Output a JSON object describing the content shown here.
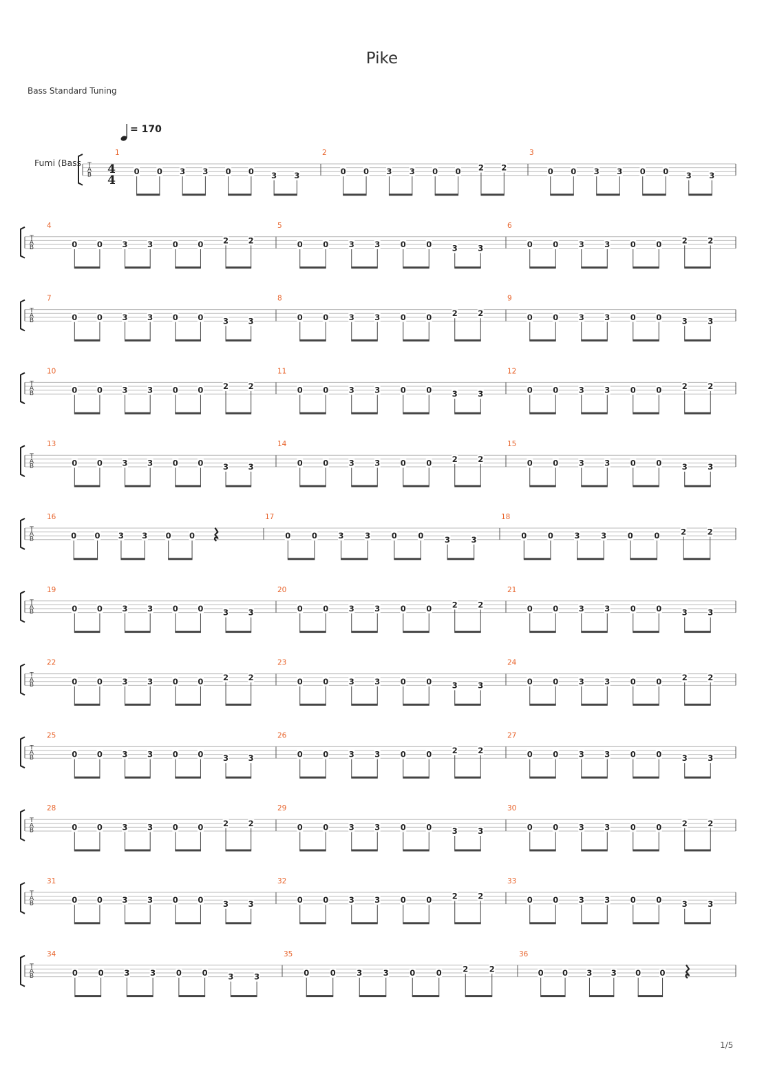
{
  "title": "Pike",
  "tuning": "Bass Standard Tuning",
  "tempo": {
    "icon": "quarter-note-icon",
    "text": "= 170"
  },
  "track_name": "Fumi (Bass",
  "time_signature": {
    "top": "4",
    "bottom": "4"
  },
  "clef_letters": [
    "T",
    "A",
    "B"
  ],
  "page_number": "1/5",
  "colors": {
    "measure_number": "#e8642c",
    "staff_line": "#b8b8b8",
    "ink": "#222222"
  },
  "patterns": {
    "A": {
      "notes": [
        [
          "0",
          3
        ],
        [
          "0",
          3
        ],
        [
          "3",
          3
        ],
        [
          "3",
          3
        ],
        [
          "0",
          3
        ],
        [
          "0",
          3
        ],
        [
          "3",
          4
        ],
        [
          "3",
          4
        ]
      ]
    },
    "B": {
      "notes": [
        [
          "0",
          3
        ],
        [
          "0",
          3
        ],
        [
          "3",
          3
        ],
        [
          "3",
          3
        ],
        [
          "0",
          3
        ],
        [
          "0",
          3
        ],
        [
          "2",
          2
        ],
        [
          "2",
          2
        ]
      ]
    },
    "C": {
      "notes": [
        [
          "0",
          3
        ],
        [
          "0",
          3
        ],
        [
          "3",
          3
        ],
        [
          "3",
          3
        ],
        [
          "0",
          3
        ],
        [
          "0",
          3
        ]
      ],
      "rest": true
    }
  },
  "systems": [
    {
      "measures": [
        {
          "number": "1",
          "pattern": "A"
        },
        {
          "number": "2",
          "pattern": "B"
        },
        {
          "number": "3",
          "pattern": "A"
        }
      ]
    },
    {
      "measures": [
        {
          "number": "4",
          "pattern": "B"
        },
        {
          "number": "5",
          "pattern": "A"
        },
        {
          "number": "6",
          "pattern": "B"
        }
      ]
    },
    {
      "measures": [
        {
          "number": "7",
          "pattern": "A"
        },
        {
          "number": "8",
          "pattern": "B"
        },
        {
          "number": "9",
          "pattern": "A"
        }
      ]
    },
    {
      "measures": [
        {
          "number": "10",
          "pattern": "B"
        },
        {
          "number": "11",
          "pattern": "A"
        },
        {
          "number": "12",
          "pattern": "B"
        }
      ]
    },
    {
      "measures": [
        {
          "number": "13",
          "pattern": "A"
        },
        {
          "number": "14",
          "pattern": "B"
        },
        {
          "number": "15",
          "pattern": "A"
        }
      ]
    },
    {
      "measures": [
        {
          "number": "16",
          "pattern": "C"
        },
        {
          "number": "17",
          "pattern": "A"
        },
        {
          "number": "18",
          "pattern": "B"
        }
      ]
    },
    {
      "measures": [
        {
          "number": "19",
          "pattern": "A"
        },
        {
          "number": "20",
          "pattern": "B"
        },
        {
          "number": "21",
          "pattern": "A"
        }
      ]
    },
    {
      "measures": [
        {
          "number": "22",
          "pattern": "B"
        },
        {
          "number": "23",
          "pattern": "A"
        },
        {
          "number": "24",
          "pattern": "B"
        }
      ]
    },
    {
      "measures": [
        {
          "number": "25",
          "pattern": "A"
        },
        {
          "number": "26",
          "pattern": "B"
        },
        {
          "number": "27",
          "pattern": "A"
        }
      ]
    },
    {
      "measures": [
        {
          "number": "28",
          "pattern": "B"
        },
        {
          "number": "29",
          "pattern": "A"
        },
        {
          "number": "30",
          "pattern": "B"
        }
      ]
    },
    {
      "measures": [
        {
          "number": "31",
          "pattern": "A"
        },
        {
          "number": "32",
          "pattern": "B"
        },
        {
          "number": "33",
          "pattern": "A"
        }
      ]
    },
    {
      "measures": [
        {
          "number": "34",
          "pattern": "A"
        },
        {
          "number": "35",
          "pattern": "B"
        },
        {
          "number": "36",
          "pattern": "C"
        }
      ]
    }
  ]
}
